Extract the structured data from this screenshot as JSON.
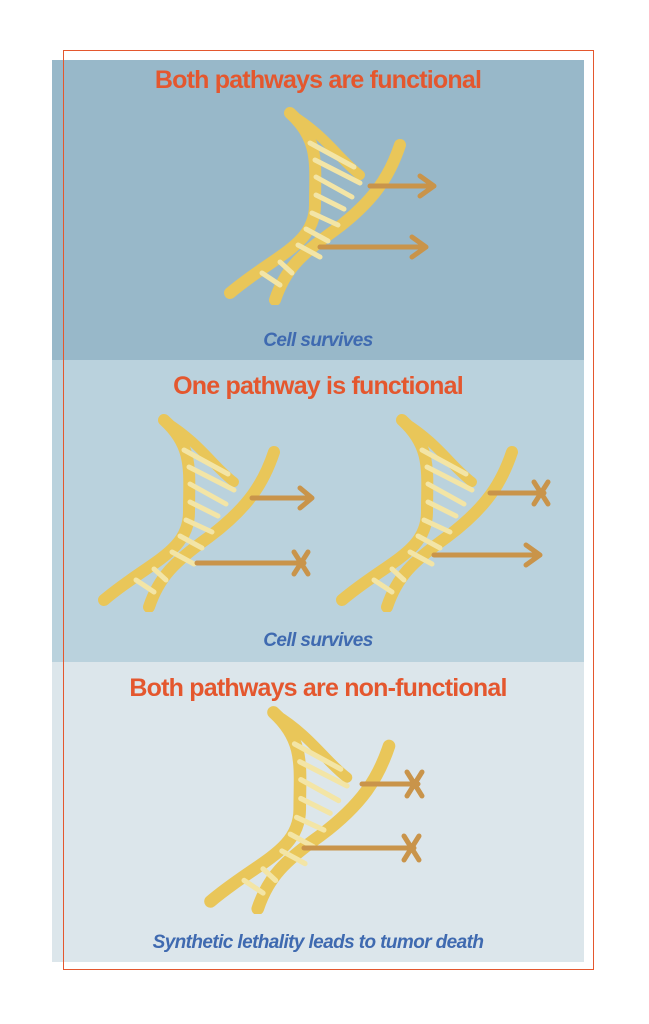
{
  "colors": {
    "title": "#e4572e",
    "caption": "#3f6ab0",
    "frame": "#e4572e",
    "panel_1": "#98b8c9",
    "panel_2": "#bad2dd",
    "panel_3": "#dce6eb",
    "dna_strand": "#e9c659",
    "dna_rung": "#f3e5a6",
    "arrow": "#c9944a"
  },
  "panels": [
    {
      "title": "Both pathways are functional",
      "caption": "Cell survives"
    },
    {
      "title": "One pathway is functional",
      "caption": "Cell survives"
    },
    {
      "title": "Both pathways are non-functional",
      "caption": "Synthetic lethality leads to tumor death"
    }
  ],
  "icons": {
    "dna": "dna-helix-icon",
    "functional": "arrow-icon",
    "blocked": "blocked-arrow-icon"
  }
}
